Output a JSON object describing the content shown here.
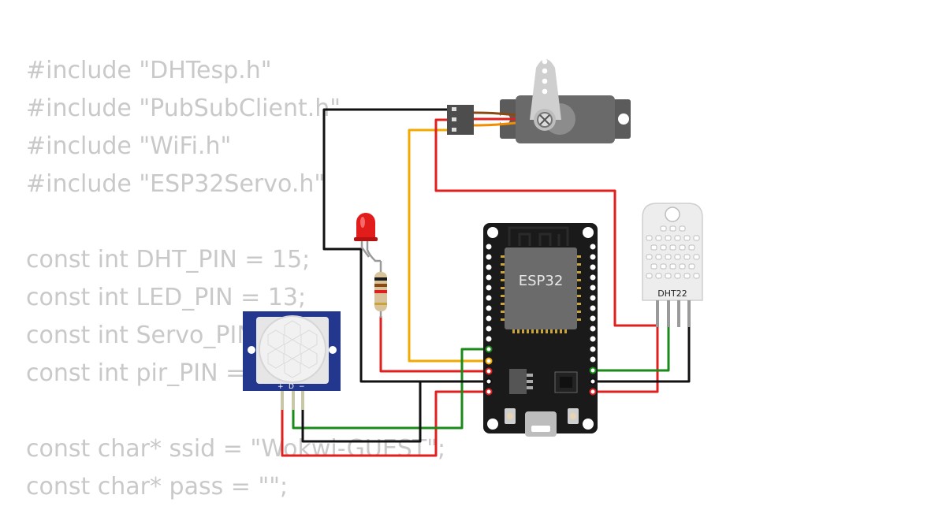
{
  "code_lines": [
    "#include \"DHTesp.h\"",
    "#include \"PubSubClient.h\"",
    "#include \"WiFi.h\"",
    "#include \"ESP32Servo.h\"",
    "",
    "const int DHT_PIN = 15;",
    "const int LED_PIN = 13;",
    "const int Servo_PIN",
    "const int pir_PIN =",
    "",
    "const char* ssid = \"Wokwi-GUEST\";",
    "const char* pass = \"\";"
  ],
  "components": {
    "esp32": {
      "label": "ESP32"
    },
    "dht22": {
      "label": "DHT22"
    },
    "pir": {
      "pin_plus": "+",
      "pin_d": "D",
      "pin_minus": "−"
    },
    "servo": {},
    "led": {},
    "resistor": {}
  },
  "colors": {
    "code_text": "#c9c9c9",
    "wire_black": "#111111",
    "wire_red": "#e0201e",
    "wire_green": "#1a8a1a",
    "wire_orange": "#f2a900",
    "board": "#1a1a1a",
    "pir_board": "#23378f",
    "servo_body": "#616161"
  }
}
